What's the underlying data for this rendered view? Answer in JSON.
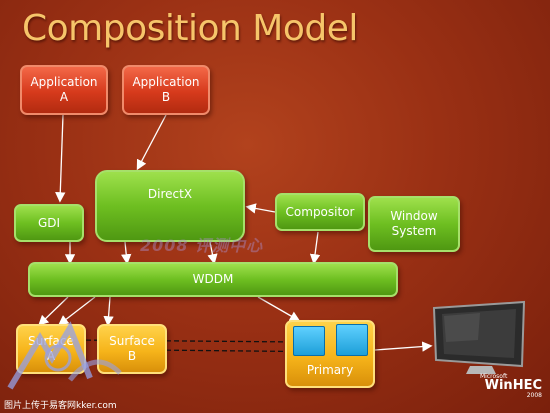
{
  "title": "Composition Model",
  "boxes": {
    "app_a": [
      "Application",
      "A"
    ],
    "app_b": [
      "Application",
      "B"
    ],
    "gdi": "GDI",
    "directx": "DirectX",
    "compositor": "Compositor",
    "window_system": [
      "Window",
      "System"
    ],
    "wddm": "WDDM",
    "surface_a": [
      "Surface",
      "A"
    ],
    "surface_b": [
      "Surface",
      "B"
    ],
    "primary": "Primary"
  },
  "colors": {
    "app_boxes": "#d63a1c",
    "system_boxes": "#6ebf21",
    "surface_boxes": "#f6b41a",
    "title": "#f6c56a"
  },
  "watermark": "2008 评测中心",
  "brand": {
    "microsoft": "Microsoft",
    "name": "WinHEC",
    "year": "2008"
  },
  "footer": "图片上传于易客网kker.com",
  "icons": [
    "monitor-icon",
    "logo-icon"
  ]
}
